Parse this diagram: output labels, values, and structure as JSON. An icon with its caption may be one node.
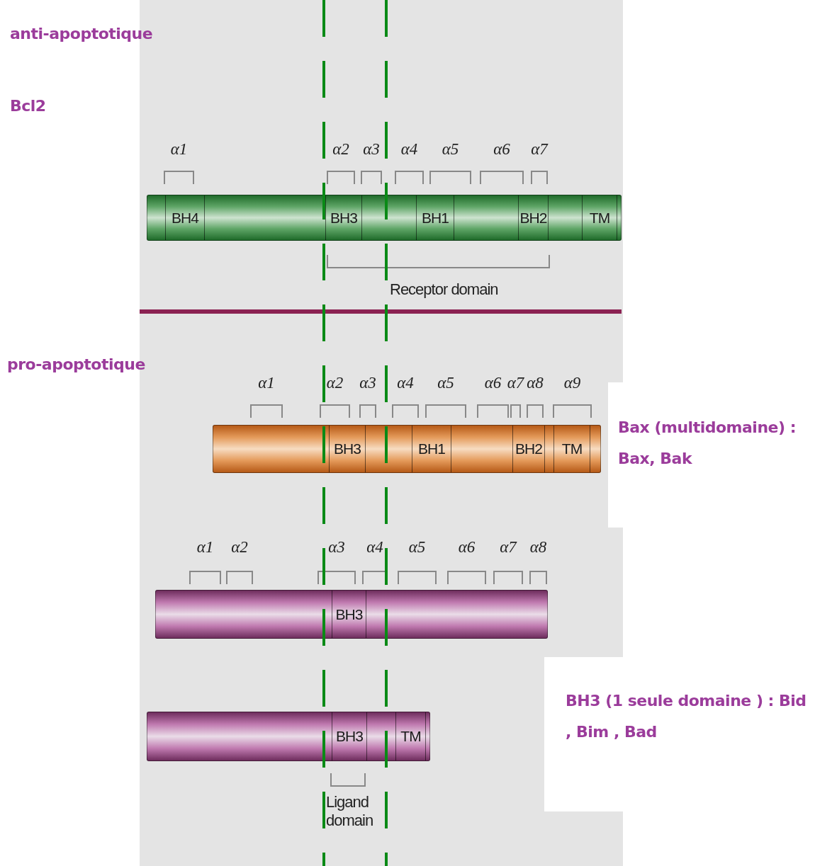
{
  "diagram": {
    "nodes": [
      {
        "text": [],
        "shape": "bar"
      },
      {
        "text": [
          "BH4"
        ],
        "in": 0
      },
      {
        "text": [
          "BH3"
        ],
        "in": 0
      },
      {
        "text": [
          "BH1"
        ],
        "in": 0
      },
      {
        "text": [
          "BH2"
        ],
        "in": 0
      },
      {
        "text": [
          "TM"
        ],
        "in": 0
      },
      {
        "text": [],
        "shape": "bar"
      },
      {
        "text": [
          "BH3"
        ],
        "in": 6
      },
      {
        "text": [
          "BH1"
        ],
        "in": 6
      },
      {
        "text": [
          "BH2"
        ],
        "in": 6
      },
      {
        "text": [
          "TM"
        ],
        "in": 6
      },
      {
        "text": [],
        "shape": "bar"
      },
      {
        "text": [
          "BH3"
        ],
        "in": 11
      },
      {
        "text": [],
        "shape": "bar"
      },
      {
        "text": [
          "BH3"
        ],
        "in": 13
      },
      {
        "text": [
          "TM"
        ],
        "in": 13
      }
    ],
    "edges": [],
    "labels": [
      "anti-apoptotique",
      "Bcl2",
      "α1",
      "α2",
      "α3",
      "α4",
      "α5",
      "α6",
      "α7",
      "Receptor domain",
      "pro-apoptotique",
      "α1",
      "α2",
      "α3",
      "α4",
      "α5",
      "α6",
      "α7",
      "α8",
      "α9",
      "Bax (multidomaine) : Bax, Bak",
      "α1",
      "α2",
      "α3",
      "α4",
      "α5",
      "α6",
      "α7",
      "α8",
      "BH3 (1 seule domaine ) : Bid , Bim , Bad",
      "Ligand domain"
    ]
  }
}
